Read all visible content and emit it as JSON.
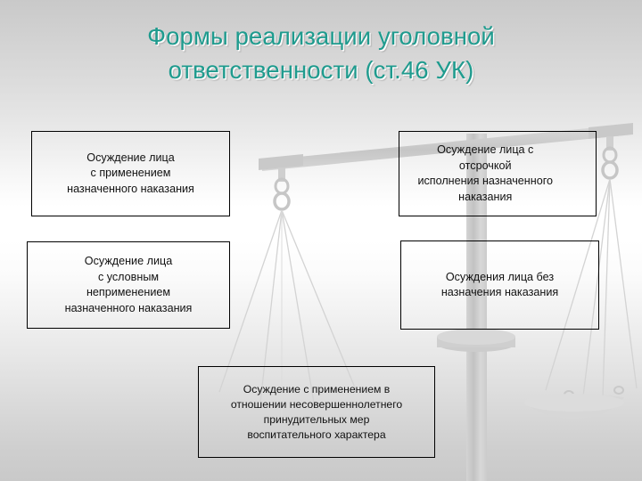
{
  "slide": {
    "title": "Формы реализации уголовной\nответственности (ст.46 УК)",
    "title_color": "#1f9b8e",
    "background_watermark": "scales-of-justice"
  },
  "boxes": [
    {
      "id": "box1",
      "text": "Осуждение лица\nс применением\nназначенного наказания"
    },
    {
      "id": "box2",
      "text": "Осуждение лица с\nотсрочкой\nисполнения назначенного\nнаказания"
    },
    {
      "id": "box3",
      "text": "Осуждение лица\nс условным\nнеприменением\nназначенного наказания"
    },
    {
      "id": "box4",
      "text": "Осуждения лица без\nназначения наказания"
    },
    {
      "id": "box5",
      "text": "Осуждение с применением в\nотношении несовершеннолетнего\nпринудительных мер\nвоспитательного характера"
    }
  ]
}
